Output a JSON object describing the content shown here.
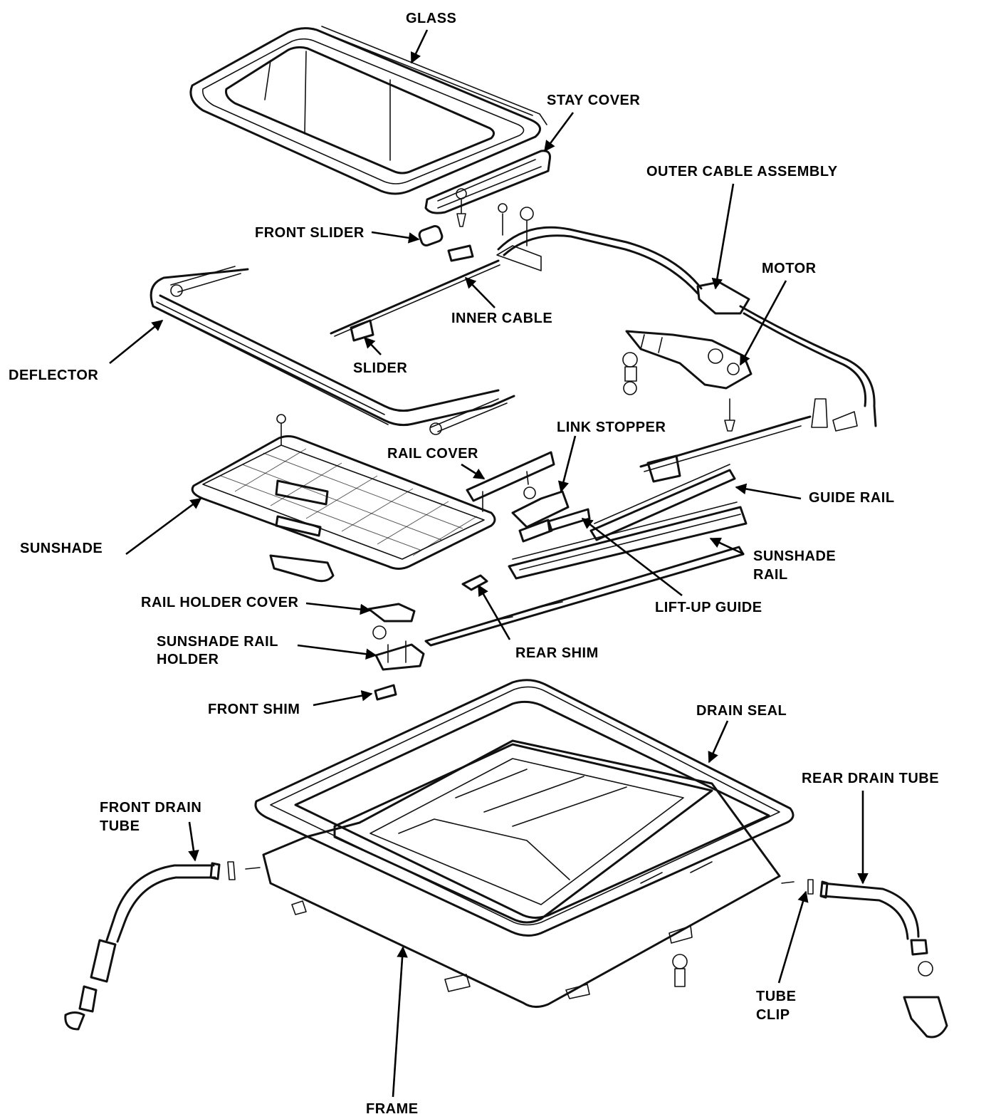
{
  "labels": {
    "glass": "GLASS",
    "stay_cover": "STAY COVER",
    "outer_cable_assembly": "OUTER CABLE ASSEMBLY",
    "front_slider": "FRONT SLIDER",
    "motor": "MOTOR",
    "inner_cable": "INNER CABLE",
    "deflector": "DEFLECTOR",
    "slider": "SLIDER",
    "link_stopper": "LINK STOPPER",
    "rail_cover": "RAIL COVER",
    "guide_rail": "GUIDE RAIL",
    "sunshade": "SUNSHADE",
    "sunshade_rail_1": "SUNSHADE",
    "sunshade_rail_2": "RAIL",
    "rail_holder_cover": "RAIL HOLDER COVER",
    "lift_up_guide": "LIFT-UP GUIDE",
    "sunshade_rail_holder_1": "SUNSHADE RAIL",
    "sunshade_rail_holder_2": "HOLDER",
    "rear_shim": "REAR SHIM",
    "front_shim": "FRONT SHIM",
    "drain_seal": "DRAIN SEAL",
    "rear_drain_tube": "REAR DRAIN TUBE",
    "front_drain_tube_1": "FRONT DRAIN",
    "front_drain_tube_2": "TUBE",
    "tube_clip_1": "TUBE",
    "tube_clip_2": "CLIP",
    "frame": "FRAME"
  }
}
